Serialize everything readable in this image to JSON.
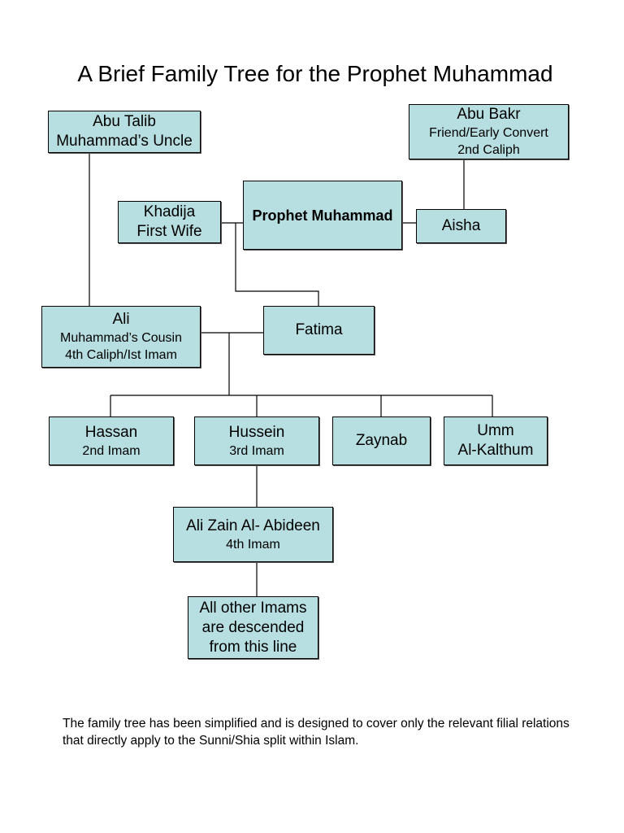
{
  "title": "A Brief Family Tree for the Prophet Muhammad",
  "colors": {
    "node_fill": "#b7dee0",
    "node_border": "#000000",
    "line": "#000000"
  },
  "nodes": {
    "abu_talib": {
      "line1": "Abu Talib",
      "line2": "Muhammad’s Uncle"
    },
    "abu_bakr": {
      "line1": "Abu Bakr",
      "line2": "Friend/Early Convert",
      "line3": "2nd Caliph"
    },
    "khadija": {
      "line1": "Khadija",
      "line2": "First Wife"
    },
    "prophet_muhammad": {
      "line1": "Prophet Muhammad"
    },
    "aisha": {
      "line1": "Aisha"
    },
    "ali": {
      "line1": "Ali",
      "line2": "Muhammad’s Cousin",
      "line3": "4th Caliph/Ist Imam"
    },
    "fatima": {
      "line1": "Fatima"
    },
    "hassan": {
      "line1": "Hassan",
      "line2": "2nd Imam"
    },
    "hussein": {
      "line1": "Hussein",
      "line2": "3rd Imam"
    },
    "zaynab": {
      "line1": "Zaynab"
    },
    "umm_al_kalthum": {
      "line1": "Umm",
      "line2": "Al-Kalthum"
    },
    "ali_zain": {
      "line1": "Ali Zain Al- Abideen",
      "line2": "4th Imam"
    },
    "other_imams": {
      "line1": "All other Imams",
      "line2": "are descended",
      "line3": "from this line"
    }
  },
  "footnote": "The family tree has been simplified and is designed to cover only the relevant filial relations that directly apply to the Sunni/Shia split within Islam."
}
